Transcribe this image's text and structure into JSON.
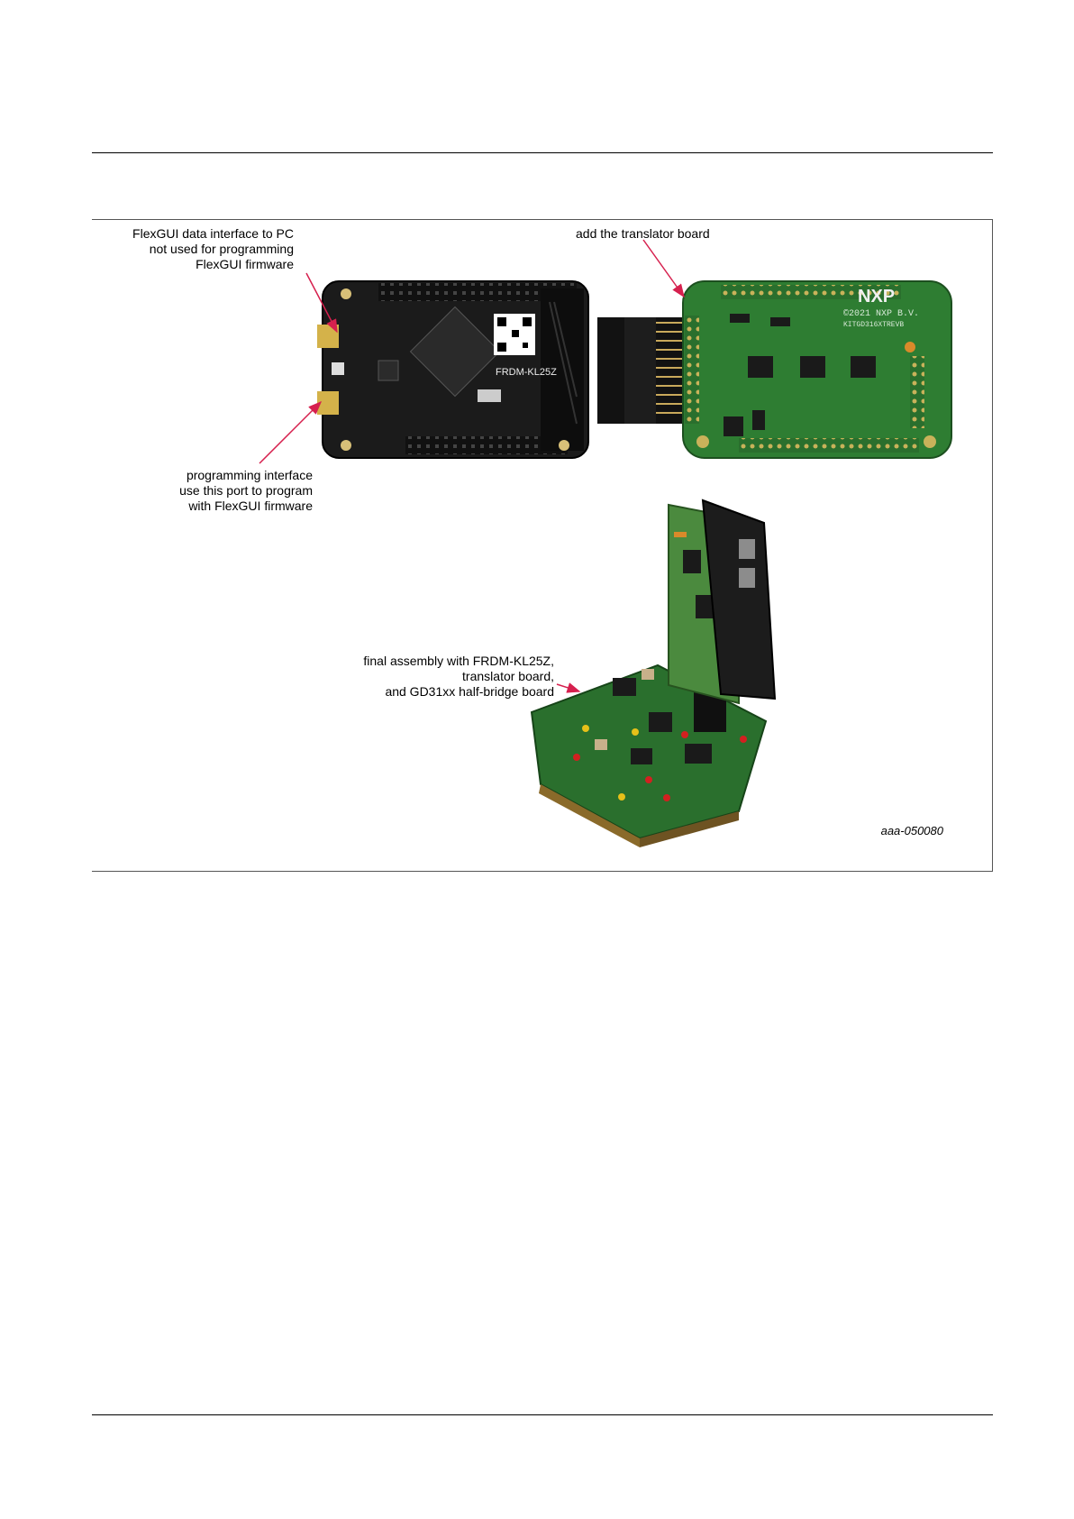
{
  "figure": {
    "callouts": {
      "flexgui_interface": [
        "FlexGUI data interface to PC",
        "not used for programming",
        "FlexGUI firmware"
      ],
      "translator": [
        "add the translator board"
      ],
      "programming": [
        "programming interface",
        "use this port to program",
        "with FlexGUI firmware"
      ],
      "final_assembly": [
        "final assembly with FRDM-KL25Z,",
        "translator board,",
        "and GD31xx half-bridge board"
      ]
    },
    "figure_id": "aaa-050080",
    "board_text": {
      "frdm": "FRDM-KL25Z",
      "nxp": "NXP",
      "translator_copyright": "©2021 NXP B.V.",
      "translator_part": "KITGD316XTREVB"
    }
  },
  "colors": {
    "arrow": "#d6204e",
    "frdm_board": "#1b1b1b",
    "translator_board": "#2e7d32",
    "header": "#111111",
    "usb": "#d4b24a"
  }
}
